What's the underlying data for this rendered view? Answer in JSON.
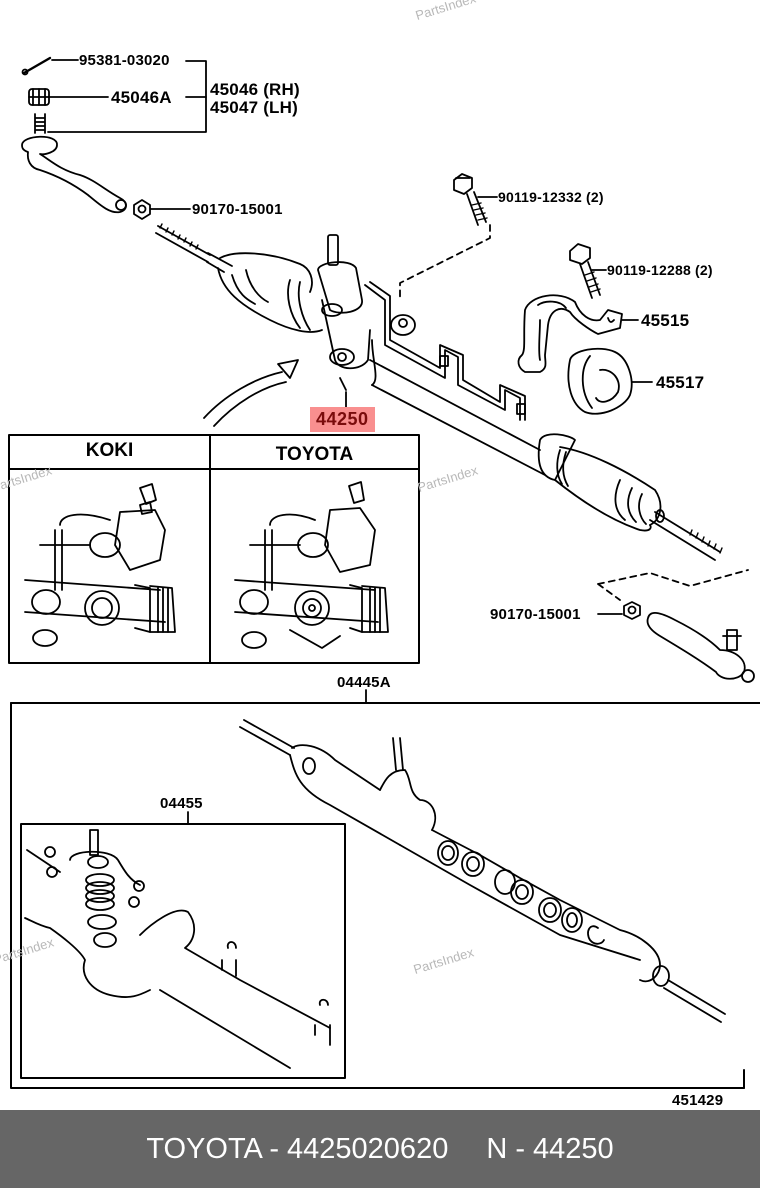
{
  "diagram": {
    "title": "Steering gear / rack and pinion assembly exploded view",
    "highlight_color": "#f98f8f",
    "highlight_text_color": "#7a0c0c",
    "watermark": "PartsIndex",
    "callouts": {
      "cotter_pin": "95381-03020",
      "tie_rod_end_nut": "45046A",
      "tie_rod_end_rh": "45046 (RH)",
      "tie_rod_end_lh": "45047 (LH)",
      "lock_nut_left": "90170-15001",
      "bolt_upper": "90119-12332 (2)",
      "bolt_lower": "90119-12288 (2)",
      "bracket": "45515",
      "grommet": "45517",
      "gear_assembly": "44250",
      "lock_nut_right": "90170-15001",
      "gasket_kit": "04445A",
      "seal_kit": "04455",
      "illustration_number": "451429"
    },
    "variants": [
      {
        "label": "KOKI"
      },
      {
        "label": "TOYOTA"
      }
    ]
  },
  "footer": {
    "brand_part": "TOYOTA - 4425020620",
    "ref_part": "N - 44250",
    "background": "#666666",
    "text_color": "#ffffff"
  }
}
